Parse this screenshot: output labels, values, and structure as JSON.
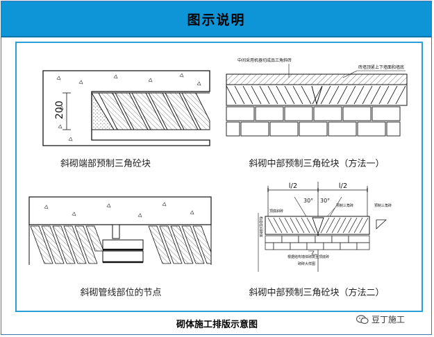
{
  "header": {
    "title": "图示说明"
  },
  "diagrams": {
    "end_block": {
      "caption": "斜砌端部预制三角砼块",
      "dimension": "200"
    },
    "mid_method1": {
      "caption": "斜砌中部预制三角砼块（方法一）",
      "note_left": "中间采用机器切成品三角斜砖",
      "note_right": "砖墙顶紧上下墙面和墙底"
    },
    "pipe_node": {
      "caption": "斜砌管线部位的节点"
    },
    "mid_method2": {
      "caption": "斜砌中部预制三角砼块（方法二）",
      "half_left": "l/2",
      "half_right": "l/2",
      "angle_left": "30°",
      "angle_right": "30°",
      "label_top_left": "顶底斜砖",
      "label_prefab": "预制三角砖",
      "label_prefab_right": "预制三角砖",
      "label_vertical": "构造柱间砌体",
      "label_bottom": "根据结构墙体砌筑至顶底砖",
      "label_bottom2": "砌砖大样图"
    }
  },
  "footer": {
    "title": "砌体施工排版示意图"
  },
  "watermark": {
    "text": "豆丁施工"
  }
}
